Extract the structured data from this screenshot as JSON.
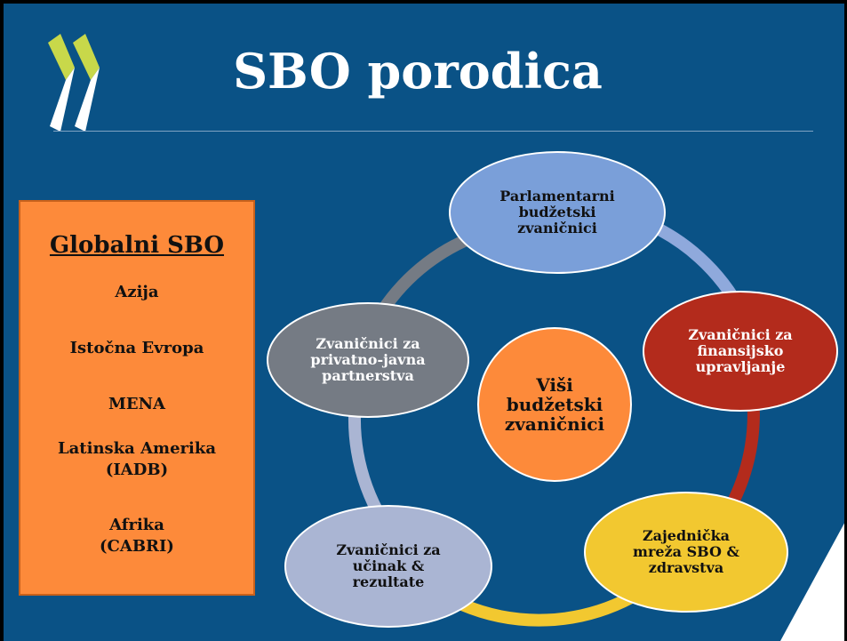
{
  "title": "SBO porodica",
  "logo": {
    "icon": "double-chevron-logo-icon",
    "colors": [
      "#c8d84a",
      "#ffffff"
    ]
  },
  "left_box": {
    "heading": "Globalni SBO",
    "regions": [
      "Azija",
      "Istočna Evropa",
      "MENA",
      "Latinska Amerika (IADB)",
      "Afrika (CABRI)"
    ],
    "color": "#fd8a3a"
  },
  "center": {
    "label": "Viši budžetski zvaničnici",
    "color": "#fd8a3a"
  },
  "nodes": [
    {
      "label": "Parlamentarni budžetski zvaničnici",
      "color": "#7a9fd9",
      "text_color": "#111111"
    },
    {
      "label": "Zvaničnici za finansijsko upravljanje",
      "color": "#b32b1c",
      "text_color": "#ffffff"
    },
    {
      "label": "Zajednička mreža SBO & zdravstva",
      "color": "#f2c830",
      "text_color": "#111111"
    },
    {
      "label": "Zvaničnici za učinak & rezultate",
      "color": "#aab5d3",
      "text_color": "#111111"
    },
    {
      "label": "Zvaničnici za privatno-javna partnerstva",
      "color": "#757b84",
      "text_color": "#ffffff"
    }
  ],
  "ring_colors": [
    "#8fa9dc",
    "#b32b1c",
    "#f2c830",
    "#aab5d3",
    "#757b84"
  ],
  "background": "#0a5286"
}
